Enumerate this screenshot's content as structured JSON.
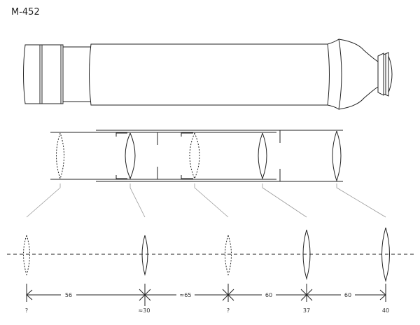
{
  "title": "M-452",
  "diagram": {
    "lenses": [
      {
        "id": 1,
        "known": false,
        "diameter_label": "?"
      },
      {
        "id": 2,
        "known": true,
        "diameter_label": "≈30"
      },
      {
        "id": 3,
        "known": false,
        "diameter_label": "?"
      },
      {
        "id": 4,
        "known": true,
        "diameter_label": "37"
      },
      {
        "id": 5,
        "known": true,
        "diameter_label": "40"
      }
    ],
    "spacings": [
      "56",
      "≈65",
      "60",
      "60"
    ]
  }
}
